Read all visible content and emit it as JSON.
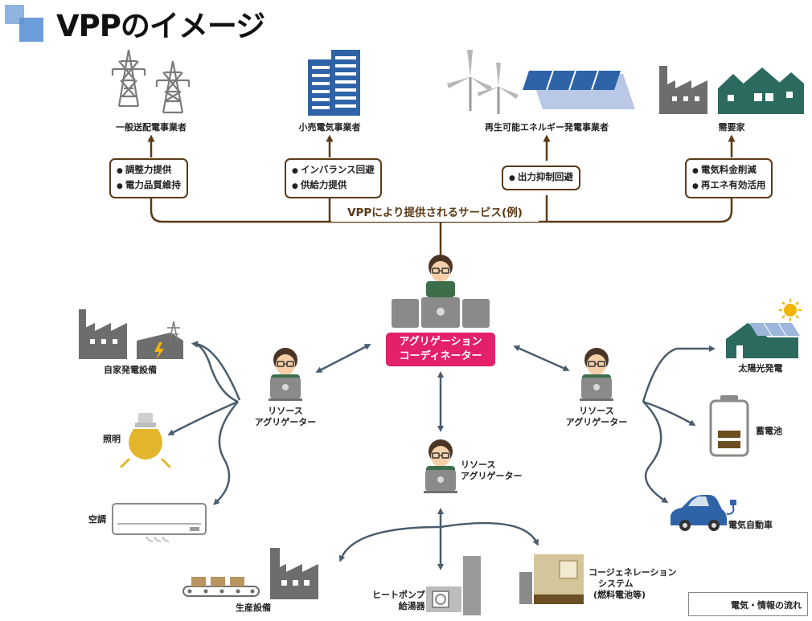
{
  "title": "VPPのイメージ",
  "top_nodes": [
    {
      "id": "transmission",
      "label": "一般送配電事業者",
      "services": [
        "調整力提供",
        "電力品質維持"
      ],
      "icon": "power-tower-icon"
    },
    {
      "id": "retailer",
      "label": "小売電気事業者",
      "services": [
        "インバランス回避",
        "供給力提供"
      ],
      "icon": "office-building-icon"
    },
    {
      "id": "renewable",
      "label": "再生可能エネルギー発電事業者",
      "services": [
        "出力抑制回避"
      ],
      "icon": "wind-solar-icon"
    },
    {
      "id": "consumer",
      "label": "需要家",
      "services": [
        "電気料金削減",
        "再エネ有効活用"
      ],
      "icon": "factory-house-icon"
    }
  ],
  "services_label": "VPPにより提供されるサービス(例)",
  "coordinator_label": [
    "アグリゲーション",
    "コーディネーター"
  ],
  "resource_aggregator_label": [
    "リソース",
    "アグリゲーター"
  ],
  "left_resources": [
    {
      "id": "private-gen",
      "label": "自家発電設備",
      "icon": "private-power-plant-icon"
    },
    {
      "id": "lighting",
      "label": "照明",
      "icon": "light-bulb-icon"
    },
    {
      "id": "aircon",
      "label": "空調",
      "icon": "air-conditioner-icon"
    }
  ],
  "right_resources": [
    {
      "id": "solar",
      "label": "太陽光発電",
      "icon": "solar-house-icon"
    },
    {
      "id": "battery",
      "label": "蓄電池",
      "icon": "battery-icon"
    },
    {
      "id": "ev",
      "label": "電気自動車",
      "icon": "electric-car-icon"
    }
  ],
  "bottom_resources": [
    {
      "id": "production",
      "label": "生産設備",
      "icon": "production-factory-icon"
    },
    {
      "id": "heatpump",
      "label": [
        "ヒートポンプ",
        "給湯器"
      ],
      "icon": "heat-pump-icon"
    },
    {
      "id": "cogen",
      "label": [
        "コージェネレーション",
        "システム",
        "(燃料電池等)"
      ],
      "icon": "cogeneration-icon"
    }
  ],
  "legend_label": "電気・情報の流れ",
  "colors": {
    "arrow": "#4a5d6e",
    "service_line": "#5a3a17",
    "accent": "#e3206a",
    "building_blue": "#2f63a8",
    "house_green": "#2c6a60"
  }
}
